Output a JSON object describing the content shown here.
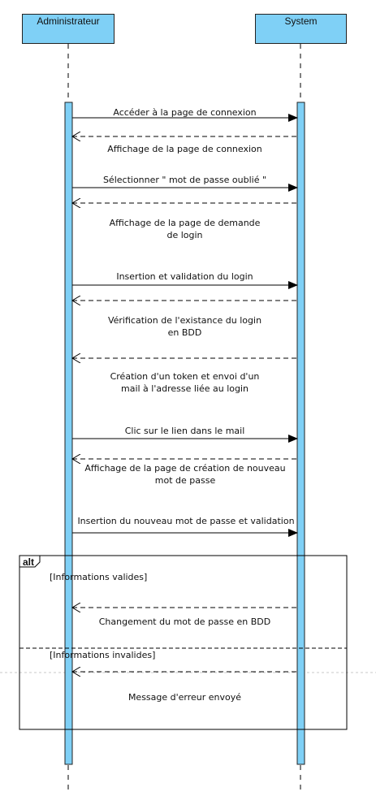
{
  "actors": {
    "administrator": "Administrateur",
    "system": "System"
  },
  "messages": [
    {
      "text": "Accéder à la page de connexion",
      "kind": "call"
    },
    {
      "text": "Affichage de la page de connexion",
      "kind": "return"
    },
    {
      "text": "Sélectionner \" mot de passe oublié \"",
      "kind": "call"
    },
    {
      "text": "Affichage de la page de demande\nde login",
      "kind": "return"
    },
    {
      "text": "Insertion et validation du login",
      "kind": "call"
    },
    {
      "text": "Vérification de l'existance du login\nen BDD",
      "kind": "return"
    },
    {
      "text": "Création d'un token et envoi d'un\nmail à l'adresse liée au login",
      "kind": "return"
    },
    {
      "text": "Clic sur le lien dans le mail",
      "kind": "call"
    },
    {
      "text": "Affichage de la page de création de nouveau\nmot de passe",
      "kind": "return"
    },
    {
      "text": "Insertion du nouveau mot de passe et validation",
      "kind": "call"
    }
  ],
  "alt": {
    "label": "alt",
    "valid_guard": "[Informations valides]",
    "valid_message": "Changement du mot de passe en BDD",
    "invalid_guard": "[Informations invalides]",
    "invalid_message": "Message d'erreur envoyé"
  },
  "colors": {
    "actor_fill": "#7fd0f6",
    "activation_fill": "#7fd0f6",
    "line": "#000000"
  }
}
